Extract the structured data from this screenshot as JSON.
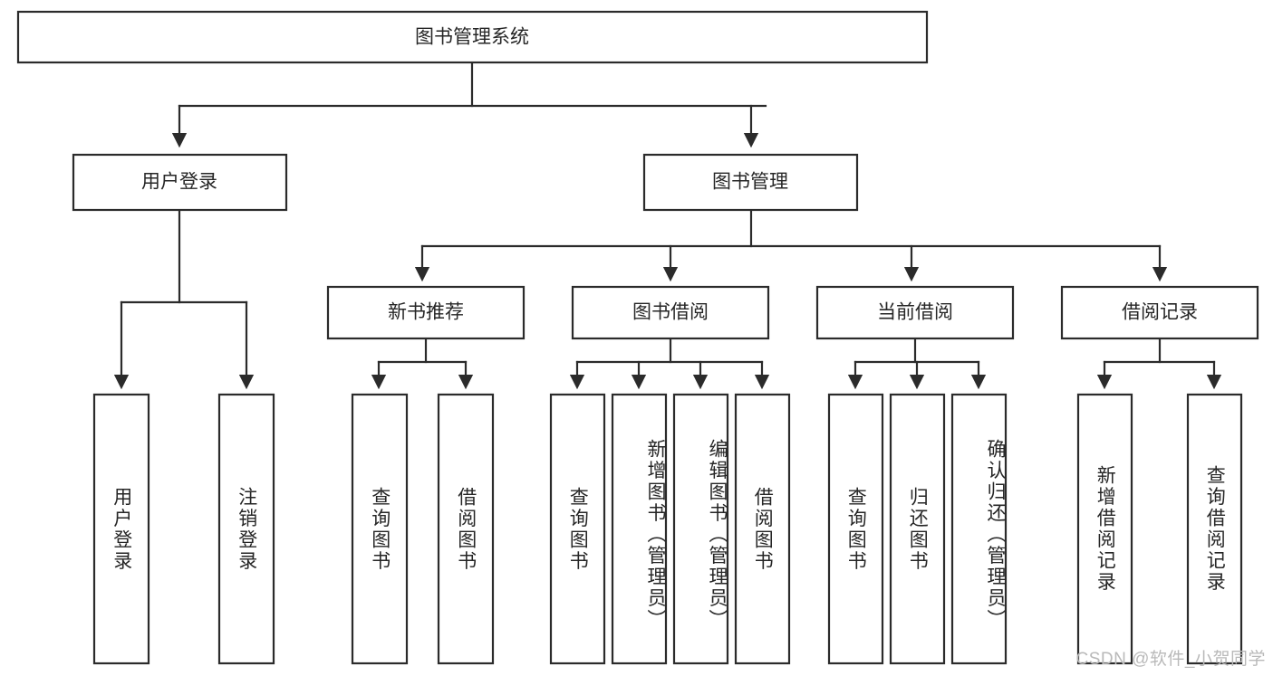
{
  "diagram": {
    "title": "图书管理系统",
    "type": "tree-hierarchy-diagram",
    "colors": {
      "box_stroke": "#2b2b2b",
      "box_fill": "#ffffff",
      "text": "#262626",
      "connector": "#2b2b2b",
      "watermark": "#b9b9b9",
      "background": "#ffffff"
    },
    "root": {
      "label": "图书管理系统"
    },
    "level2": [
      {
        "label": "用户登录"
      },
      {
        "label": "图书管理"
      }
    ],
    "level3": [
      {
        "label": "新书推荐"
      },
      {
        "label": "图书借阅"
      },
      {
        "label": "当前借阅"
      },
      {
        "label": "借阅记录"
      }
    ],
    "leaves": {
      "user_login": [
        {
          "label": "用户登录"
        },
        {
          "label": "注销登录"
        }
      ],
      "new_book_recommend": [
        {
          "label": "查询图书"
        },
        {
          "label": "借阅图书"
        }
      ],
      "book_borrow": [
        {
          "label": "查询图书"
        },
        {
          "label": "新增图书（管理员）"
        },
        {
          "label": "编辑图书（管理员）"
        },
        {
          "label": "借阅图书"
        }
      ],
      "current_borrow": [
        {
          "label": "查询图书"
        },
        {
          "label": "归还图书"
        },
        {
          "label": "确认归还（管理员）"
        }
      ],
      "borrow_record": [
        {
          "label": "新增借阅记录"
        },
        {
          "label": "查询借阅记录"
        }
      ]
    }
  },
  "watermark": {
    "text": "CSDN @软件_小贺同学"
  }
}
